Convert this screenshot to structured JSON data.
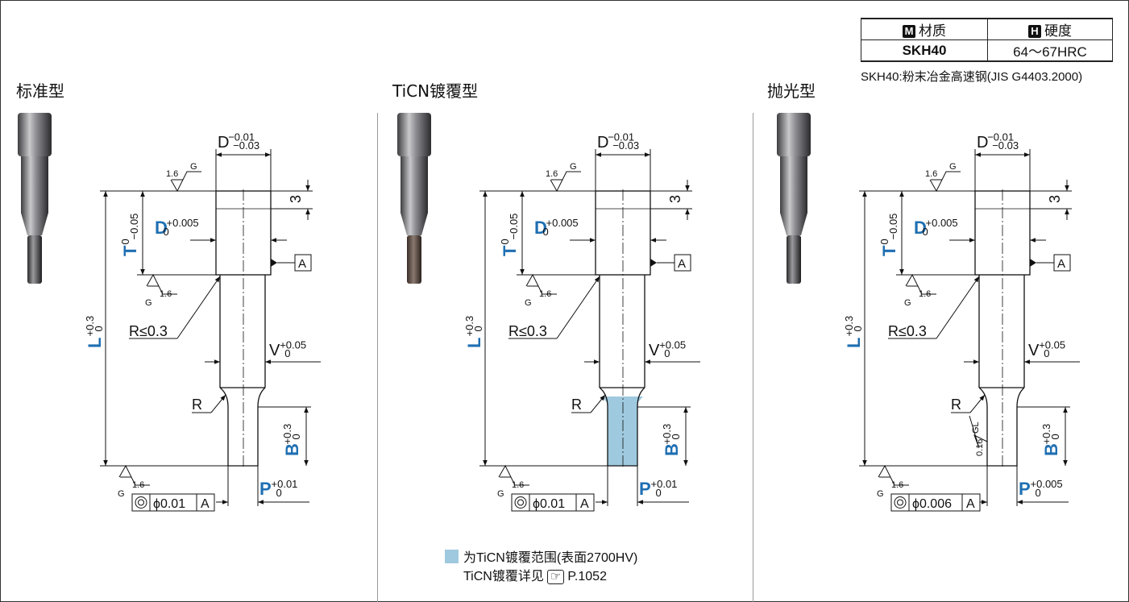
{
  "material_table": {
    "headers": [
      {
        "badge": "M",
        "label": "材质"
      },
      {
        "badge": "H",
        "label": "硬度"
      }
    ],
    "row": {
      "material": "SKH40",
      "hardness": "64～67HRC"
    },
    "note": "SKH40:粉末冶金高速钢(JIS G4403.2000)"
  },
  "variants": [
    {
      "title": "标准型",
      "coated": false,
      "labels": {
        "D_top": "D",
        "D_top_upper": "−0.01",
        "D_top_lower": "−0.03",
        "dim3": "3",
        "D_head": "D",
        "D_head_upper": "+0.005",
        "D_head_lower": "0",
        "T": "T",
        "T_upper": "0",
        "T_lower": "−0.05",
        "L": "L",
        "L_upper": "+0.3",
        "L_lower": "0",
        "V": "V",
        "V_upper": "+0.05",
        "V_lower": "0",
        "B": "B",
        "B_upper": "+0.3",
        "B_lower": "0",
        "P": "P",
        "P_upper": "+0.01",
        "P_lower": "0",
        "R1": "R≤0.3",
        "R2": "R",
        "rough": "1.6",
        "rough_g": "G",
        "datum": "A",
        "tol_value": "ϕ0.01",
        "tol_datum": "A"
      }
    },
    {
      "title": "TiCN镀覆型",
      "coated": true,
      "labels": {
        "D_top": "D",
        "D_top_upper": "−0.01",
        "D_top_lower": "−0.03",
        "dim3": "3",
        "D_head": "D",
        "D_head_upper": "+0.005",
        "D_head_lower": "0",
        "T": "T",
        "T_upper": "0",
        "T_lower": "−0.05",
        "L": "L",
        "L_upper": "+0.3",
        "L_lower": "0",
        "V": "V",
        "V_upper": "+0.05",
        "V_lower": "0",
        "B": "B",
        "B_upper": "+0.3",
        "B_lower": "0",
        "P": "P",
        "P_upper": "+0.01",
        "P_lower": "0",
        "R1": "R≤0.3",
        "R2": "R",
        "rough": "1.6",
        "rough_g": "G",
        "datum": "A",
        "tol_value": "ϕ0.01",
        "tol_datum": "A"
      }
    },
    {
      "title": "抛光型",
      "coated": false,
      "polished": true,
      "labels": {
        "D_top": "D",
        "D_top_upper": "−0.01",
        "D_top_lower": "−0.03",
        "dim3": "3",
        "D_head": "D",
        "D_head_upper": "+0.005",
        "D_head_lower": "0",
        "T": "T",
        "T_upper": "0",
        "T_lower": "−0.05",
        "L": "L",
        "L_upper": "+0.3",
        "L_lower": "0",
        "V": "V",
        "V_upper": "+0.05",
        "V_lower": "0",
        "B": "B",
        "B_upper": "+0.3",
        "B_lower": "0",
        "P": "P",
        "P_upper": "+0.005",
        "P_lower": "0",
        "R1": "R≤0.3",
        "R2": "R",
        "rough": "1.6",
        "rough_g": "G",
        "gl": "GL",
        "gl_value": "0.16",
        "datum": "A",
        "tol_value": "ϕ0.006",
        "tol_datum": "A"
      }
    }
  ],
  "legend": {
    "line1": "为TiCN镀覆范围(表面2700HV)",
    "line2_prefix": "TiCN镀覆详见",
    "line2_icon": "pointing-hand-icon",
    "line2_ref": "P.1052",
    "swatch_color": "#9fc9de"
  },
  "colors": {
    "accent": "#1f6fb2",
    "coating": "#9fc9de"
  }
}
